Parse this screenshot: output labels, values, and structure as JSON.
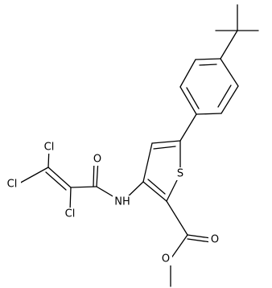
{
  "molecule": {
    "atom_labels": {
      "sulfur": "S",
      "carbonyl_oxygen_amide": "O",
      "amine_nitrogen": "NH",
      "ester_carbonyl_oxygen": "O",
      "ester_ether_oxygen": "O",
      "chlorine_top": "Cl",
      "chlorine_left": "Cl",
      "chlorine_bottom": "Cl"
    }
  }
}
